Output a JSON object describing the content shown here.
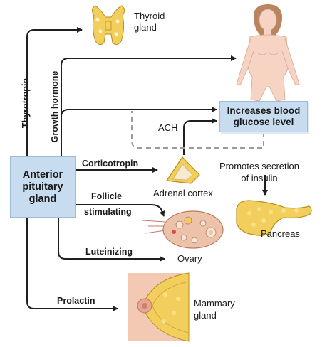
{
  "source": {
    "name": "Anterior pituitary gland",
    "lines": [
      "Anterior",
      "pituitary",
      "gland"
    ]
  },
  "effect": {
    "lines": [
      "Increases blood",
      "glucose level"
    ]
  },
  "hormones": {
    "thyrotropin": "Thyrotropin",
    "growth_hormone": "Growth hormone",
    "corticotropin": "Corticotropin",
    "follicle_stimulating": [
      "Follicle",
      "stimulating"
    ],
    "luteinizing": "Luteinizing",
    "prolactin": "Prolactin",
    "ach": "ACH"
  },
  "targets": {
    "thyroid": [
      "Thyroid",
      "gland"
    ],
    "adrenal": "Adrenal cortex",
    "ovary": "Ovary",
    "pancreas": "Pancreas",
    "mammary": [
      "Mammary",
      "gland"
    ]
  },
  "annotation": [
    "Promotes secretion",
    "of insulin"
  ],
  "colors": {
    "box_fill": "#c7dcef",
    "arrow": "#1f1f1f",
    "dashed": "#9a9a9a",
    "skin": "#f4c9b4",
    "gland": "#f2cf5c"
  }
}
